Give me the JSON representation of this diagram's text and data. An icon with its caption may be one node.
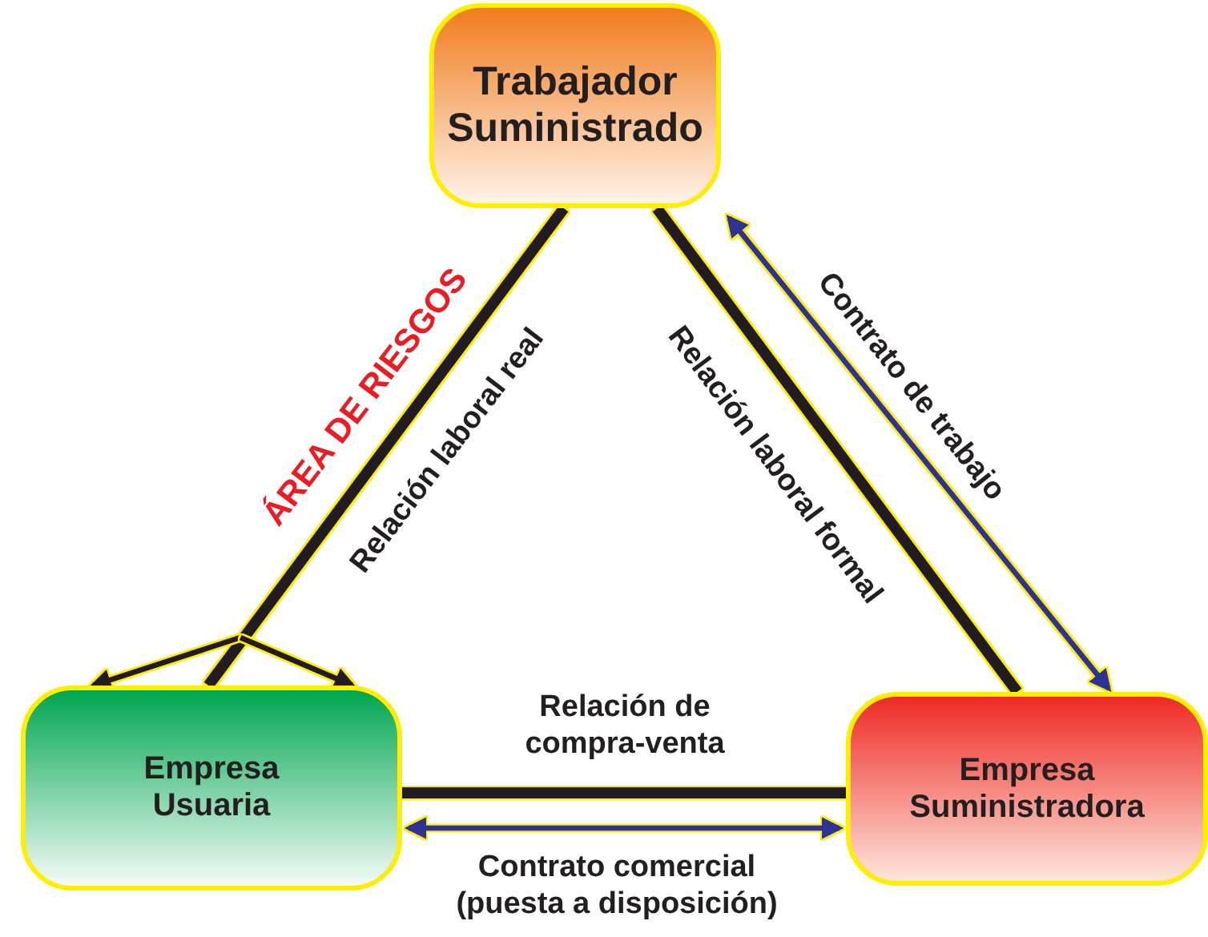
{
  "diagram": {
    "nodes": [
      {
        "text": [
          "Trabajador Suministrado"
        ]
      },
      {
        "text": [
          "Empresa Usuaria"
        ]
      },
      {
        "text": [
          "Empresa Suministradora"
        ]
      }
    ],
    "edges": [
      {
        "from": 0,
        "to": 1,
        "arrow": "none",
        "style": "thick",
        "label": "Relación laboral real"
      },
      {
        "from": 0,
        "to": 2,
        "arrow": "none",
        "style": "thick",
        "label": "Relación laboral formal"
      },
      {
        "from": 0,
        "to": 2,
        "arrow": "both",
        "color": "#2e3192",
        "label": "Contrato de trabajo"
      },
      {
        "from": 1,
        "to": 2,
        "arrow": "none",
        "style": "thick",
        "label": "Relación de compra-venta"
      },
      {
        "from": 1,
        "to": 2,
        "arrow": "both",
        "color": "#2e3192",
        "label": "Contrato comercial (puesta a disposición)"
      },
      {
        "from": null,
        "to": 1,
        "arrow": "to"
      },
      {
        "from": null,
        "to": 1,
        "arrow": "to"
      }
    ],
    "labels": [
      "ÁREA DE RIESGOS"
    ]
  }
}
